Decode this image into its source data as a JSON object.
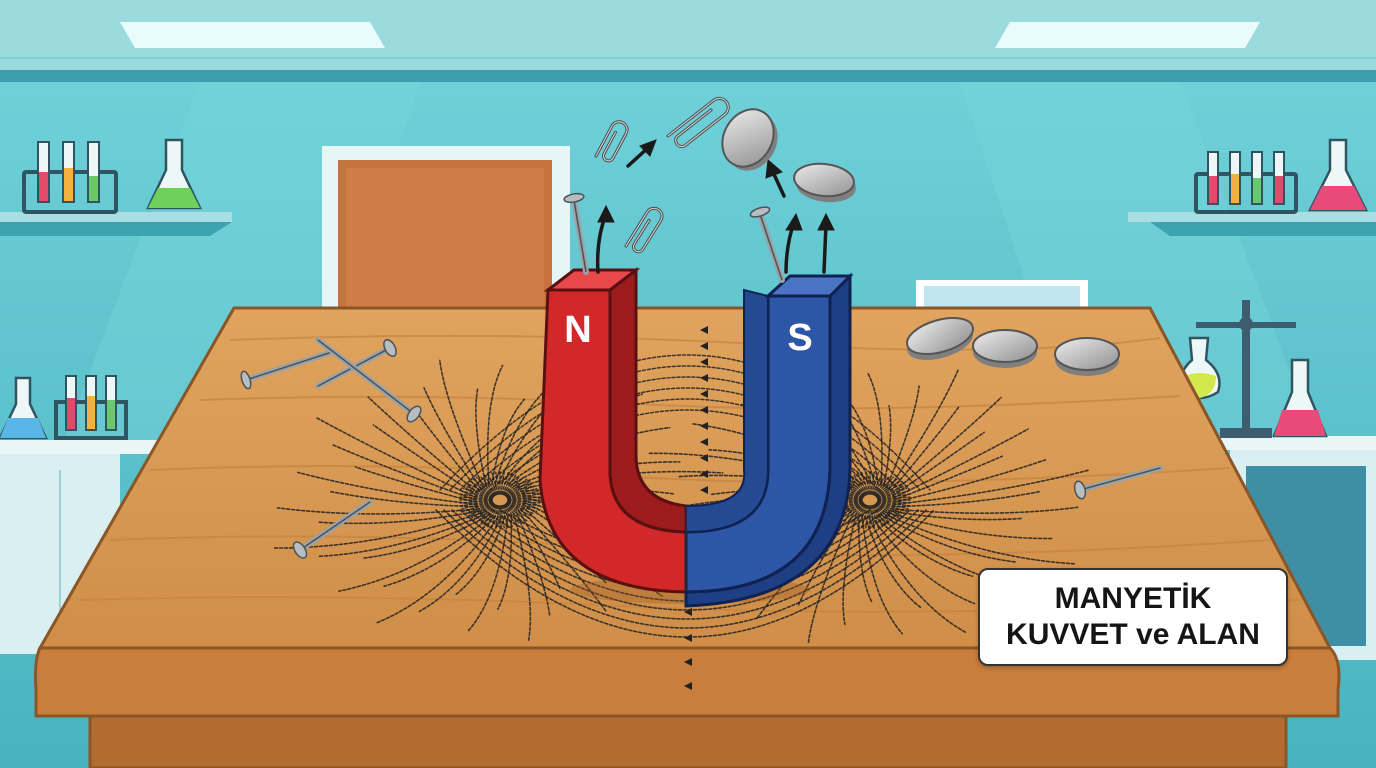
{
  "title_card": {
    "line1": "MANYETİK",
    "line2": "KUVVET ve ALAN"
  },
  "magnet": {
    "north_label": "N",
    "south_label": "S",
    "north_color": "#d3282a",
    "south_color": "#2d56a6"
  },
  "scene": {
    "wall_color": "#5cc6cf",
    "table_color": "#d99a56",
    "field_line_color": "#222222",
    "objects": [
      "paperclip",
      "nail",
      "coin",
      "test-tube-rack",
      "flask",
      "lab-stand",
      "door",
      "window"
    ]
  }
}
